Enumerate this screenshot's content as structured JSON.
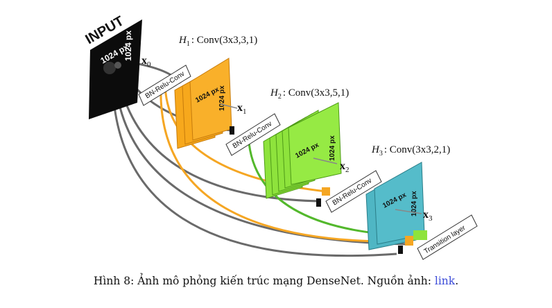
{
  "diagram": {
    "input_label": "INPUT",
    "px_label": "1024 px",
    "x0_var": "x",
    "x0_sub": "0",
    "layers": [
      {
        "h_var": "H",
        "h_sub": "1",
        "h_rest": ": Conv(3x3,3,1)",
        "x_var": "x",
        "x_sub": "1",
        "color": "#f7a81c"
      },
      {
        "h_var": "H",
        "h_sub": "2",
        "h_rest": ": Conv(3x3,5,1)",
        "x_var": "x",
        "x_sub": "2",
        "color": "#8ee33c"
      },
      {
        "h_var": "H",
        "h_sub": "3",
        "h_rest": ": Conv(3x3,2,1)",
        "x_var": "x",
        "x_sub": "3",
        "color": "#4fb6c4"
      }
    ],
    "bn_label": "BN-Relu-Conv",
    "transition_label": "Transition layer",
    "colors": {
      "orange": "#f5a623",
      "green": "#53b82c",
      "teal": "#4fb6c4",
      "gray": "#6a6a6a"
    }
  },
  "caption": {
    "prefix": "Hình 8: Ảnh mô phỏng kiến trúc mạng DenseNet. Nguồn ảnh: ",
    "link_text": "link",
    "suffix": "."
  }
}
